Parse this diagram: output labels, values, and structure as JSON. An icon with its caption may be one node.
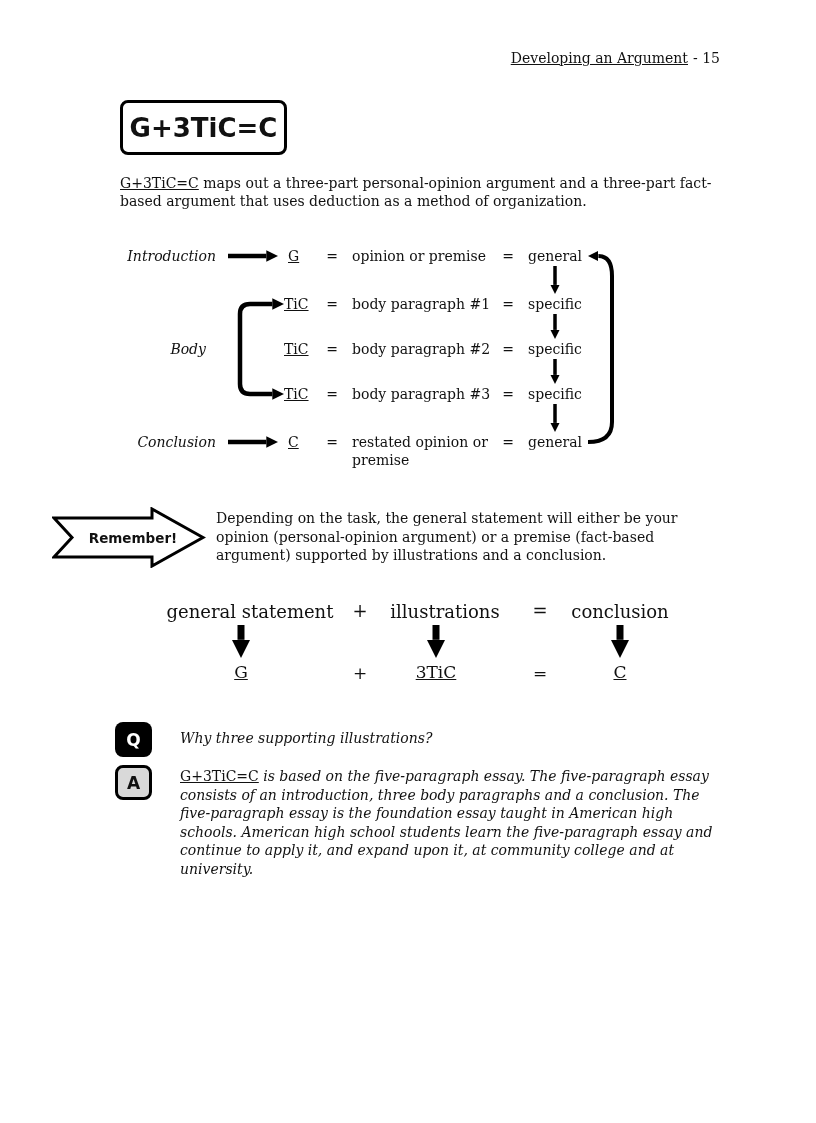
{
  "diagram": {
    "nodes": [
      {
        "text": [
          "G+3TiC=C"
        ]
      },
      {
        "text": [
          "Introduction"
        ]
      },
      {
        "text": [
          "G"
        ]
      },
      {
        "text": [
          "general"
        ]
      },
      {
        "text": [
          "TiC"
        ]
      },
      {
        "text": [
          "specific"
        ]
      },
      {
        "text": [
          "Body"
        ]
      },
      {
        "text": [
          "TiC"
        ]
      },
      {
        "text": [
          "specific"
        ]
      },
      {
        "text": [
          "TiC"
        ]
      },
      {
        "text": [
          "specific"
        ]
      },
      {
        "text": [
          "Conclusion"
        ]
      },
      {
        "text": [
          "C"
        ]
      },
      {
        "text": [
          "general"
        ]
      },
      {
        "text": [
          "Remember!"
        ],
        "beside": [
          "Depending on the task, the general statement will either be your opinion (personal-opinion argument) or a premise (fact-based argument) supported by illustrations and a conclusion."
        ]
      },
      {
        "text": [
          "general statement"
        ]
      },
      {
        "text": [
          "illustrations"
        ]
      },
      {
        "text": [
          "conclusion"
        ]
      },
      {
        "text": [
          "G"
        ]
      },
      {
        "text": [
          "3TiC"
        ]
      },
      {
        "text": [
          "C"
        ]
      },
      {
        "text": [
          "Q"
        ],
        "beside": [
          "Why three supporting illustrations?"
        ]
      },
      {
        "text": [
          "A"
        ],
        "beside": [
          "G+3TiC=C",
          "is based on the five-paragraph essay. The five-paragraph essay consists of an introduction, three body paragraphs and a conclusion. The five-paragraph essay is the foundation essay taught in American high schools. American high school students learn the five-paragraph essay and continue to apply it, and expand upon it, at community college and at university."
        ]
      }
    ],
    "edges": [
      {
        "from": 1,
        "to": 2,
        "arrow": "to"
      },
      {
        "from": 6,
        "to": 4,
        "arrow": "to"
      },
      {
        "from": 6,
        "to": 9,
        "arrow": "to"
      },
      {
        "from": 11,
        "to": 12,
        "arrow": "to"
      },
      {
        "from": 3,
        "to": 5,
        "arrow": "to"
      },
      {
        "from": 5,
        "to": 8,
        "arrow": "to"
      },
      {
        "from": 8,
        "to": 10,
        "arrow": "to"
      },
      {
        "from": 10,
        "to": 13,
        "arrow": "to"
      },
      {
        "from": 13,
        "to": 3,
        "arrow": "to"
      },
      {
        "from": 15,
        "to": 18,
        "arrow": "to"
      },
      {
        "from": 16,
        "to": 19,
        "arrow": "to"
      },
      {
        "from": 17,
        "to": 20,
        "arrow": "to"
      }
    ],
    "labels": [
      "Developing an Argument",
      "- 15",
      "G+3TiC=C",
      "maps out a three-part personal-opinion argument and a three-part fact-based argument that uses deduction as a method of organization.",
      "=",
      "opinion or premise",
      "=",
      "=",
      "body paragraph #1",
      "=",
      "=",
      "body paragraph #2",
      "=",
      "=",
      "body paragraph #3",
      "=",
      "=",
      "restated opinion or premise",
      "=",
      "+",
      "=",
      "+",
      "="
    ]
  }
}
